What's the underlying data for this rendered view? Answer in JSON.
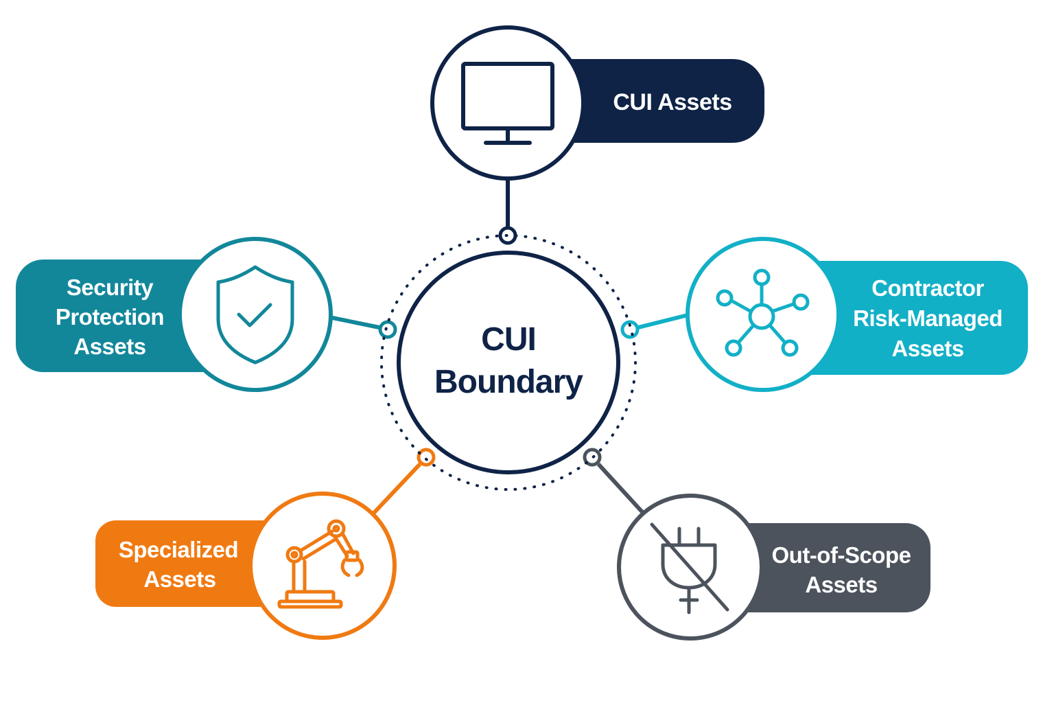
{
  "center": {
    "line1": "CUI",
    "line2": "Boundary"
  },
  "nodes": {
    "cui_assets": {
      "line1": "CUI Assets",
      "color": "#0f2347",
      "icon": "monitor-icon"
    },
    "security_protection": {
      "line1": "Security",
      "line2": "Protection",
      "line3": "Assets",
      "color": "#12879a",
      "icon": "shield-check-icon"
    },
    "contractor_risk": {
      "line1": "Contractor",
      "line2": "Risk-Managed",
      "line3": "Assets",
      "color": "#12b0c7",
      "icon": "network-icon"
    },
    "specialized": {
      "line1": "Specialized",
      "line2": "Assets",
      "color": "#f07a12",
      "icon": "robotic-arm-icon"
    },
    "out_of_scope": {
      "line1": "Out-of-Scope",
      "line2": "Assets",
      "color": "#4c535d",
      "icon": "unplugged-icon"
    }
  }
}
